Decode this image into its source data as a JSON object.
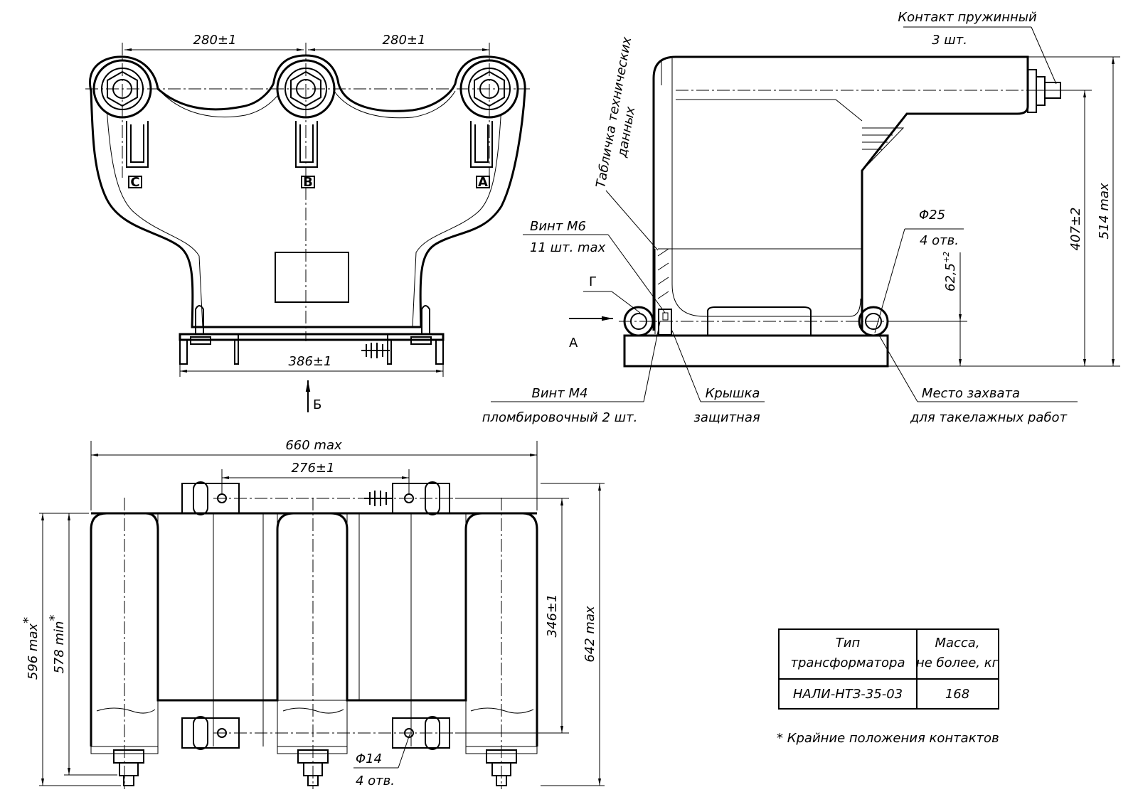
{
  "dimensions": {
    "top_left_span": "280±1",
    "top_right_span": "280±1",
    "front_base_width": "386±1",
    "plan_overall_width": "660 max",
    "plan_mount_span": "276±1",
    "plan_height_596": "596 max",
    "plan_height_596_mark": "*",
    "plan_height_578": "578 min",
    "plan_height_578_mark": "*",
    "plan_mount_depth": "346±1",
    "plan_overall_depth": "642 max",
    "side_height_407": "407±2",
    "side_height_514": "514 max",
    "side_hole_height": "62,5",
    "side_hole_height_tol": "+2",
    "side_hole_dia": "Φ25",
    "side_hole_count": "4 отв.",
    "plan_hole_dia": "Φ14",
    "plan_hole_count": "4 отв."
  },
  "view_labels": {
    "view_b": "Б",
    "view_g": "Г",
    "view_a": "А"
  },
  "phase_labels": [
    "C",
    "B",
    "A"
  ],
  "callouts": {
    "spring_contact_line1": "Контакт пружинный",
    "spring_contact_line2": "3 шт.",
    "data_plate_line1": "Табличка технических",
    "data_plate_line2": "данных",
    "screw_m6_line1": "Винт М6",
    "screw_m6_line2": "11 шт. max",
    "screw_m4_line1": "Винт М4",
    "screw_m4_line2": "пломбировочный 2 шт.",
    "cover_line1": "Крышка",
    "cover_line2": "защитная",
    "lifting_line1": "Место захвата",
    "lifting_line2": "для такелажных работ"
  },
  "table": {
    "header_col1_line1": "Тип",
    "header_col1_line2": "трансформатора",
    "header_col2_line1": "Масса,",
    "header_col2_line2": "не более, кг",
    "row_type": "НАЛИ-НТЗ-35-03",
    "row_mass": "168"
  },
  "footnote": "* Крайние положения контактов"
}
